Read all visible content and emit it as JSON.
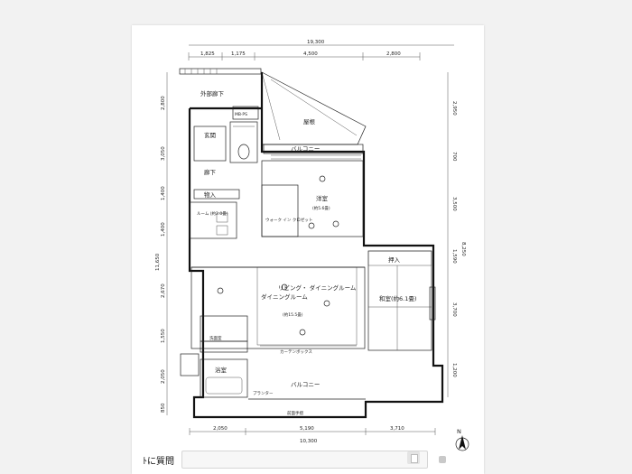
{
  "plan": {
    "dims_top_overall": "19,300",
    "dims_top_parts": [
      "1,825",
      "1,175",
      "4,500",
      "2,800"
    ],
    "dims_bottom_overall": "10,300",
    "dims_bottom_parts": [
      "2,050",
      "5,190",
      "3,710"
    ],
    "dims_left": [
      "2,800",
      "3,050",
      "1,400",
      "1,400",
      "11,650",
      "2,670",
      "1,550",
      "2,050",
      "850"
    ],
    "dims_right": [
      "2,950",
      "700",
      "3,500",
      "8,250",
      "1,590",
      "3,700",
      "1,200"
    ],
    "rooms": {
      "outer_corridor": "外部廊下",
      "mb_ps": "MB·PS",
      "entrance": "玄関",
      "hallway": "廊下",
      "storage": "物入",
      "roof": "屋根",
      "balcony_top": "バルコニー",
      "western_room": "洋室",
      "western_room_area": "(約5.6畳)",
      "walk_in_closet": "ウォーク\nイン\nクロゼット",
      "laundry": "ルーム\n(約2.0畳)",
      "living_dining": "リビング・\nダイニングルーム",
      "living_dining_area": "(約15.5畳)",
      "closet": "押入",
      "japanese_room": "和室(約6.1畳)",
      "curtain_box": "カーテンボックス",
      "washroom": "洗面室",
      "bathroom": "浴室",
      "balcony_bottom": "バルコニー",
      "planter": "プランター",
      "front_dim": "前面手摺"
    }
  },
  "compass_label": "N",
  "ask_bar": {
    "label": "ﾄに質問"
  }
}
